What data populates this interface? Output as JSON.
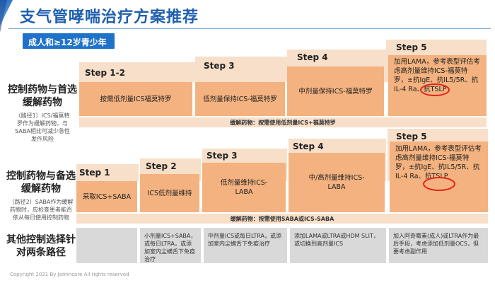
{
  "title": "支气管哮喘治疗方案推荐",
  "banner": "成人和≥12岁青少年",
  "rows": {
    "first": {
      "label": "控制药物与首选缓解药物",
      "note": "（路径1）ICS/福莫特罗作为缓解药物，与SABA相比可减少急性发作风险",
      "steps": [
        {
          "step": "Step 1-2",
          "text": "按需低剂量ICS福莫特罗"
        },
        {
          "step": "Step 3",
          "text": "低剂量保持ICS-福莫特罗"
        },
        {
          "step": "Step 4",
          "text": "中剂量保持ICS-福莫特罗"
        },
        {
          "step": "Step 5",
          "text": "加用LAMA，参考表型评估考虑高剂量维持ICS-福莫特罗，±抗IgE、抗IL5/5R、抗IL-4 Ra、抗TSLP"
        }
      ],
      "reliever": "缓解药物：按需使用低剂量ICS+福莫特罗"
    },
    "second": {
      "label": "控制药物与备选缓解药物",
      "note": "（路径2）SABA作为缓解药物时，应检查患者能否依从每日使用控制药物",
      "steps": [
        {
          "step": "Step 1",
          "text": "采取ICS+SABA"
        },
        {
          "step": "Step 2",
          "text": "ICS低剂量维持"
        },
        {
          "step": "Step 3",
          "text": "低剂量维持ICS-LABA"
        },
        {
          "step": "Step 4",
          "text": "中/高剂量维持ICS-LABA"
        },
        {
          "step": "Step 5",
          "text": "加用LAMA，参考表型评估考虑高剂量维持ICS-福莫特罗，±抗IgE、抗IL5/5R、抗IL-4 Ra、抗TSLP"
        }
      ],
      "reliever": "缓解药物：按需使用SABA或ICS-SABA"
    },
    "third": {
      "label": "其他控制选择针对两条路径",
      "cells": [
        "",
        "小剂量ICS+SABA，或每日LTRA，或添加室内尘螨舌下免疫治疗",
        "中剂量ICS或每日LTRA，或添加室内尘螨舌下免疫治疗",
        "添加LAMA或LTRA或HDM SLIT，或切换到高剂量ICS",
        "加入阿奇霉素(成人)或LTRA作为最后手段，考虑添加低剂量OCS，但要考虑副作用"
      ]
    }
  },
  "footer": "Copyright 2021 By Jemincare All rights reserved",
  "colors": {
    "accent": "#1f72c9",
    "step_box": "#f3b27f",
    "step_bg": "#f7dfc9",
    "gray": "#d9d9d9",
    "circle": "#e0231b"
  }
}
